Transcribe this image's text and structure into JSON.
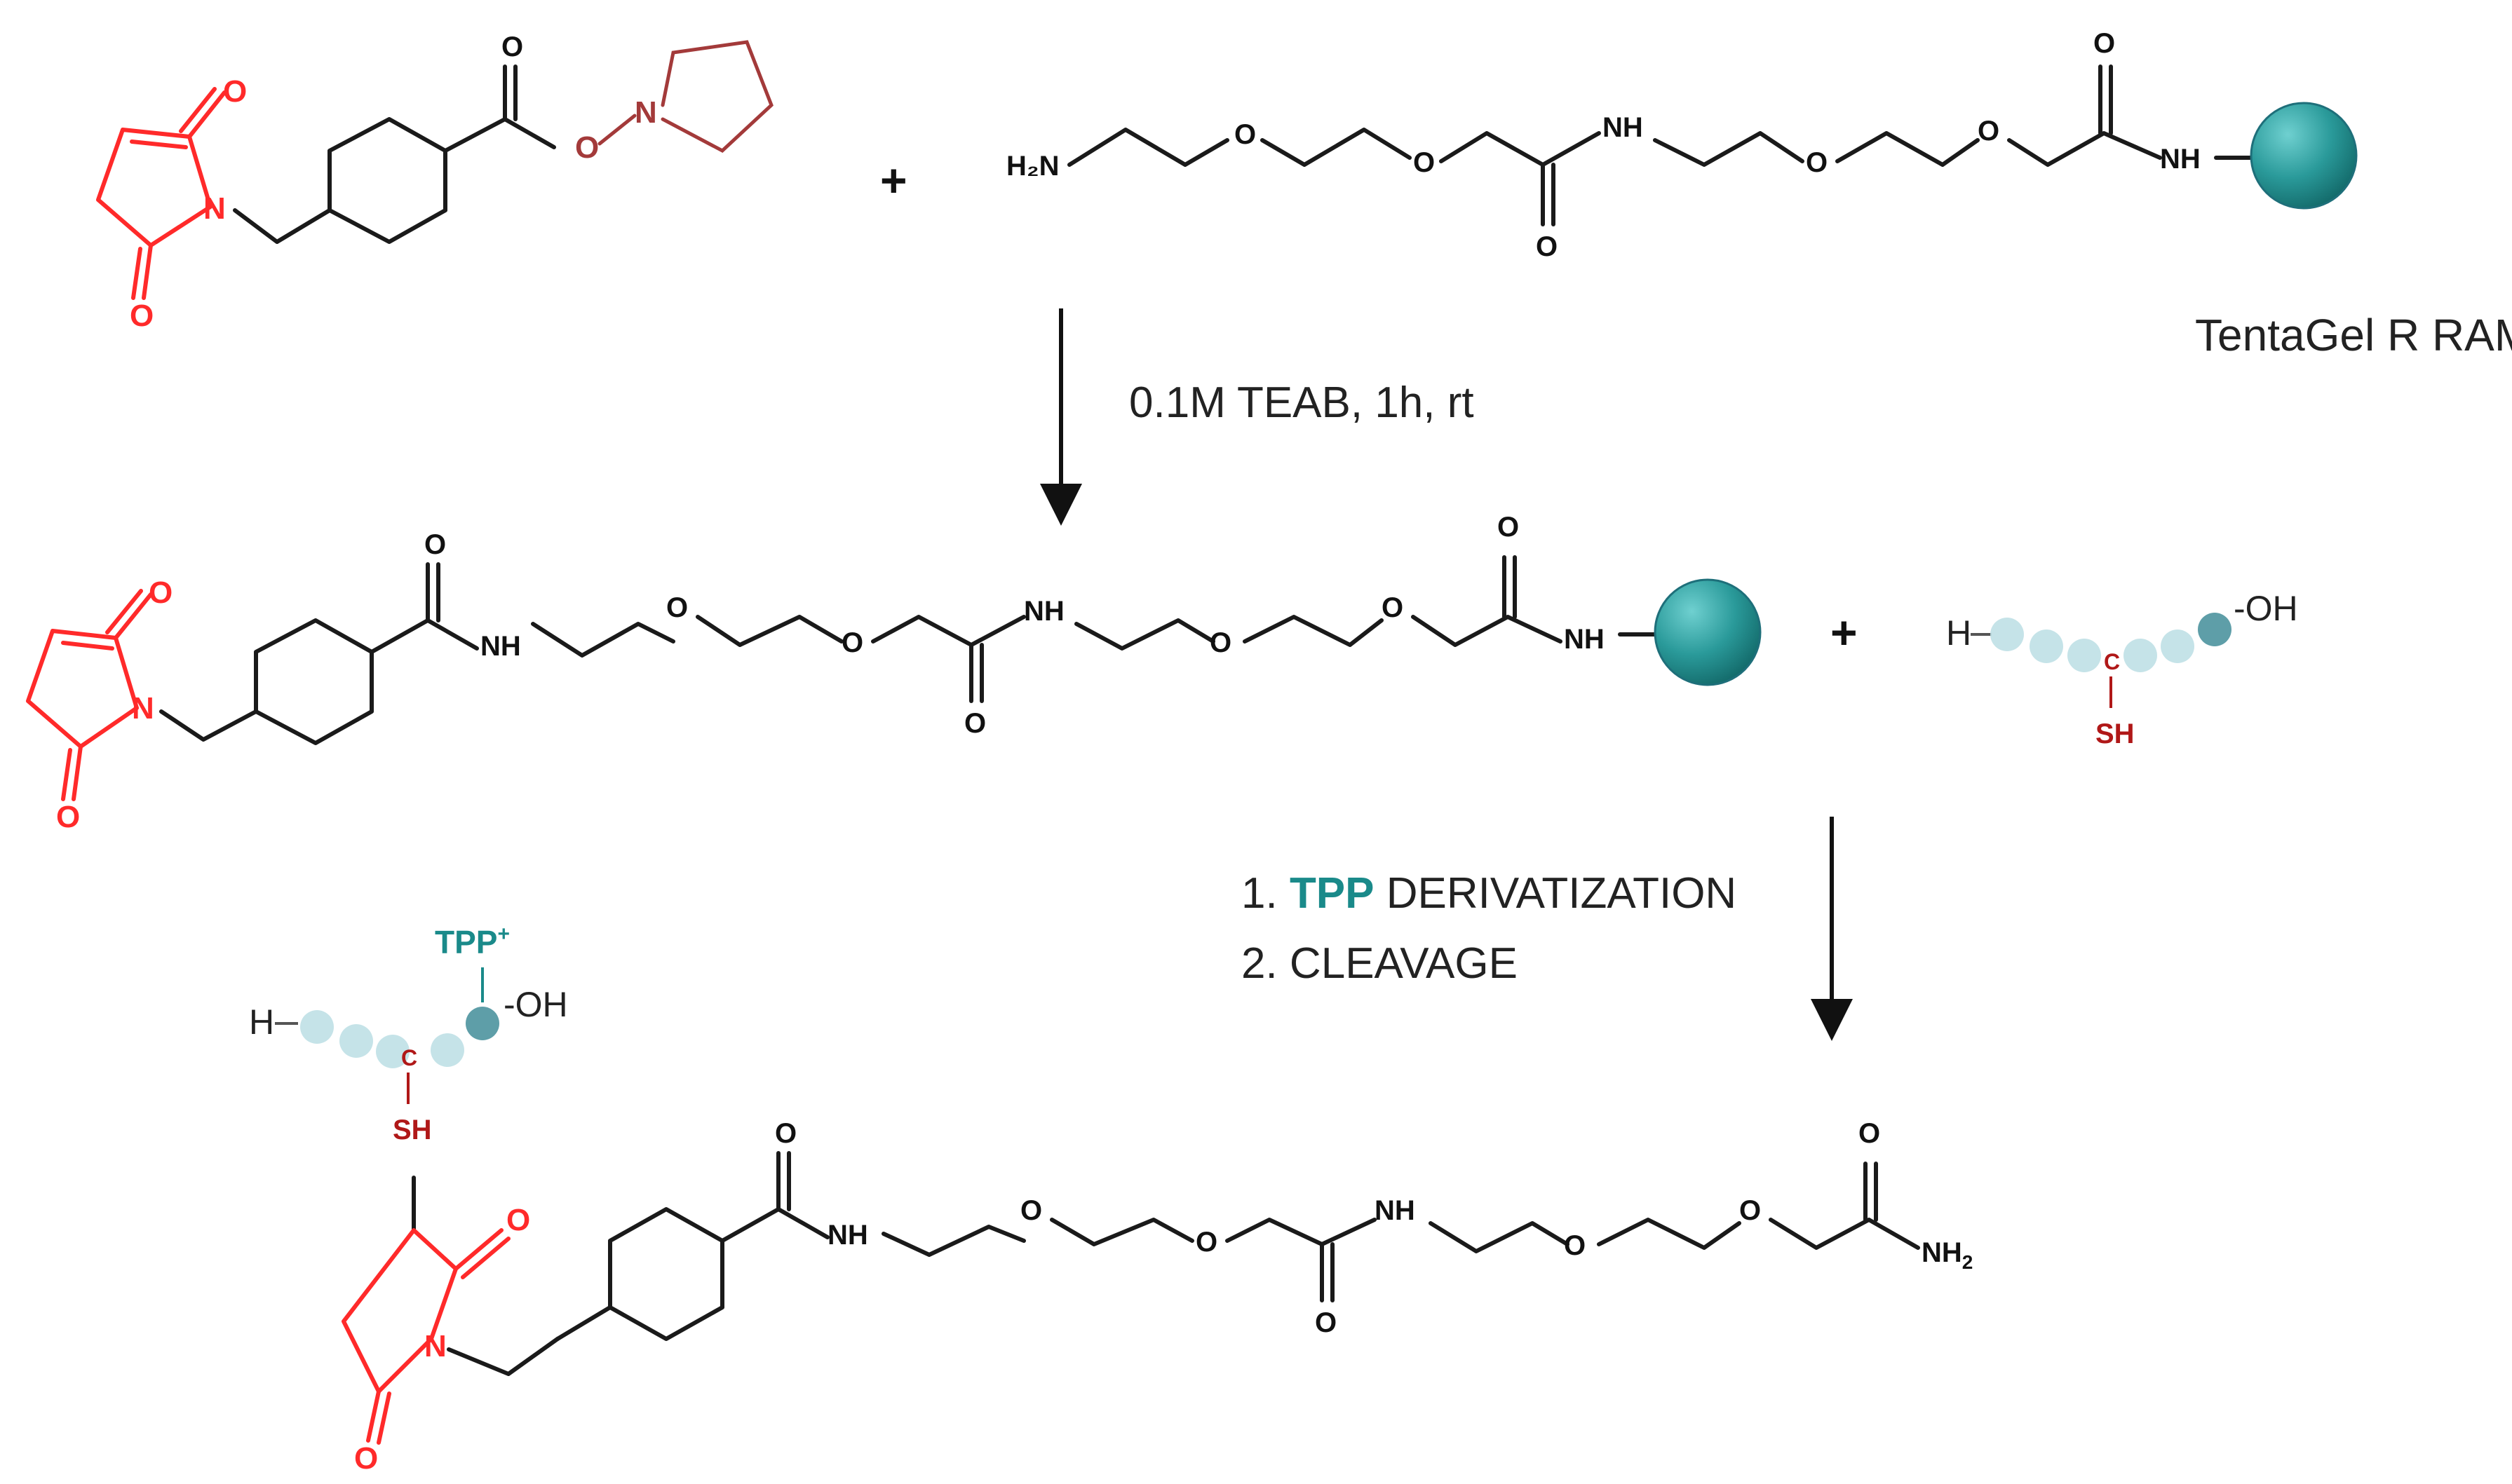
{
  "reactant_nhs": {
    "o_top": "O",
    "o_bottom": "O",
    "n": "N",
    "o_carbonyl": "O",
    "o_ester": "O",
    "n_ring": "N"
  },
  "plus_1": "+",
  "resin_linker": {
    "h2n": "H₂N",
    "o1": "O",
    "o2": "O",
    "nh": "NH",
    "o_amide": "O",
    "o3": "O",
    "o4": "O",
    "o_top": "O",
    "nh_end": "NH"
  },
  "resin_label": "TentaGel R RAM",
  "step1_conditions": "0.1M TEAB, 1h, rt",
  "intermediate": {
    "o_top": "O",
    "o_bottom": "O",
    "n": "N",
    "o_amide1": "O",
    "nh1": "NH",
    "o1": "O",
    "o2": "O",
    "o_amide2": "O",
    "nh2": "NH",
    "o3": "O",
    "o4": "O",
    "o_amide3": "O",
    "nh_end": "NH"
  },
  "plus_2": "+",
  "peptide": {
    "h": "H",
    "oh": "-OH",
    "c": "C",
    "sh": "SH"
  },
  "step2": {
    "line1_prefix": "1. ",
    "line1_highlight": "TPP",
    "line1_suffix": " DERIVATIZATION",
    "line2": "2. CLEAVAGE",
    "highlight_color": "#1a8a8a"
  },
  "product": {
    "tpp": "TPP",
    "tpp_charge": "+",
    "h": "H",
    "oh": "-OH",
    "c": "C",
    "sh": "SH",
    "o_top": "O",
    "o_bottom": "O",
    "n": "N",
    "o_amide1": "O",
    "nh1": "NH",
    "o1": "O",
    "o2": "O",
    "o_amide2": "O",
    "nh2": "NH",
    "o3": "O",
    "o4": "O",
    "o_amide3": "O",
    "nh2_end": "NH",
    "nh2_sub": "2"
  },
  "colors": {
    "maleimide": "#ff2a2a",
    "nhs_leaving_group": "#a33a3a",
    "bead": "#2a9a9a",
    "tpp": "#1a8a8a",
    "cysteine": "#b01818"
  },
  "icons": {
    "resin_bead": "teal-sphere",
    "arrow": "down-arrow"
  }
}
